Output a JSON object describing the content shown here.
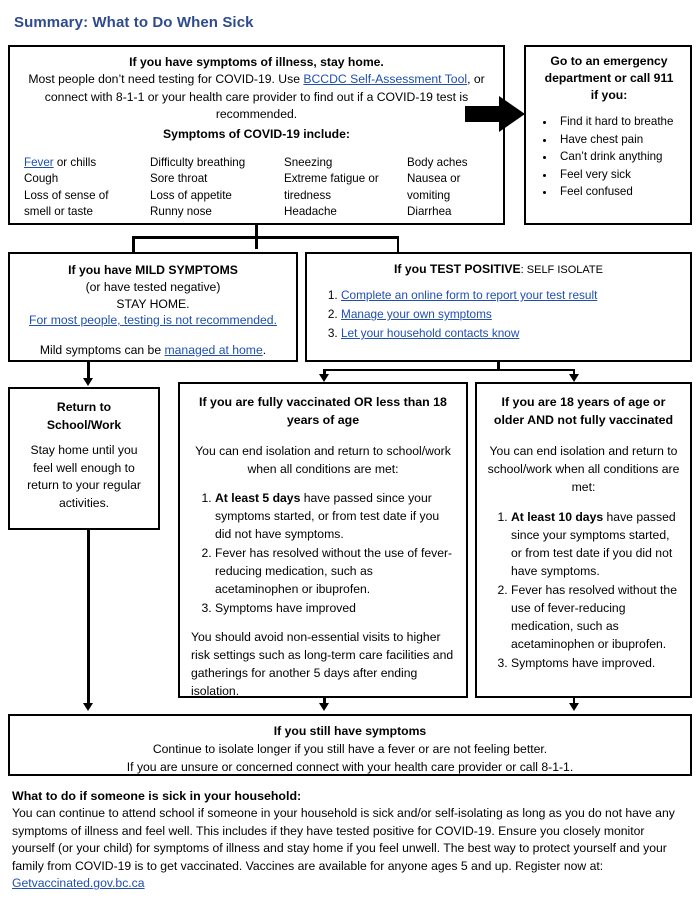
{
  "page_title": "Summary: What to Do When Sick",
  "colors": {
    "title": "#2E4B8F",
    "link": "#1F4FB0",
    "border": "#000000"
  },
  "top_box": {
    "line1": "If you have symptoms of illness, stay home.",
    "line2_a": "Most people don’t need testing for COVID-19. Use ",
    "line2_link": "BCCDC Self-Assessment Tool",
    "line2_b": ", or",
    "line3": "connect with 8-1-1 or your health care provider to find out if a COVID-19 test is",
    "line4": "recommended.",
    "line5": "Symptoms of COVID-19 include:",
    "symptoms_col1": [
      "Fever or chills",
      "Cough",
      "Loss of sense of",
      "smell or taste"
    ],
    "symptoms_col1_link": "Fever",
    "symptoms_col2": [
      "Difficulty breathing",
      "Sore throat",
      "Loss of appetite",
      "Runny nose"
    ],
    "symptoms_col3": [
      "Sneezing",
      "Extreme fatigue or",
      "tiredness",
      "Headache"
    ],
    "symptoms_col4": [
      "Body aches",
      "Nausea or",
      "vomiting",
      "Diarrhea"
    ]
  },
  "emergency_box": {
    "heading_l1": "Go to an emergency",
    "heading_l2": "department or call 911",
    "heading_l3": "if you:",
    "items": [
      "Find it hard to breathe",
      "Have chest pain",
      "Can’t drink anything",
      "Feel very sick",
      "Feel confused"
    ]
  },
  "mild_box": {
    "heading": "If you have MILD SYMPTOMS",
    "sub1": "(or have tested negative)",
    "sub2": "STAY HOME.",
    "link": "For most people, testing is not recommended.",
    "last_a": "Mild symptoms can be ",
    "last_link": "managed at home",
    "last_b": "."
  },
  "positive_box": {
    "heading_bold": "If you TEST POSITIVE",
    "heading_rest": ": SELF ISOLATE",
    "items": [
      "Complete an online form to report your test result",
      "Manage your own symptoms",
      "Let your household contacts know"
    ]
  },
  "return_box": {
    "heading_l1": "Return to",
    "heading_l2": "School/Work",
    "body": "Stay home until you feel well enough to return to your regular activities."
  },
  "vaccinated_box": {
    "heading": "If you are fully vaccinated OR less than 18 years of age",
    "body": "You can end isolation and return to school/work when all conditions are met:",
    "items": [
      {
        "bold": "At least 5 days",
        "rest": " have passed since your symptoms started, or from test date if you did not have symptoms."
      },
      {
        "bold": "",
        "rest": "Fever has resolved without the use of fever-reducing medication, such as acetaminophen or ibuprofen."
      },
      {
        "bold": "",
        "rest": "Symptoms have improved"
      }
    ],
    "footer": "You should avoid non-essential visits to higher risk settings such as long-term care facilities and gatherings for another 5 days after ending isolation."
  },
  "unvaccinated_box": {
    "heading": "If you are 18 years of age or older AND not fully vaccinated",
    "body": "You can end isolation and return to school/work when all conditions are met:",
    "items": [
      {
        "bold": "At least 10 days",
        "rest": " have passed since your symptoms started, or from test date if you did not have symptoms."
      },
      {
        "bold": "",
        "rest": "Fever has resolved without the use of fever-reducing medication, such as acetaminophen or ibuprofen."
      },
      {
        "bold": "",
        "rest": "Symptoms have improved."
      }
    ]
  },
  "still_box": {
    "heading": "If you still have symptoms",
    "line1": "Continue to isolate longer if you still have a fever or are not feeling better.",
    "line2": "If you are unsure or concerned connect with your health care provider or call 8-1-1."
  },
  "household": {
    "heading": "What to do if someone is sick in your household:",
    "paragraph": "You can continue to attend school if someone in your household is sick and/or self-isolating as long as you do not have any symptoms of illness and feel well. This includes if they have tested positive for COVID-19. Ensure you closely monitor yourself (or your child) for symptoms of illness and stay home if you feel unwell. The best way to protect yourself and your family from COVID-19 is to get vaccinated. Vaccines are available for anyone ages 5 and up. Register now at:",
    "link": "Getvaccinated.gov.bc.ca"
  }
}
